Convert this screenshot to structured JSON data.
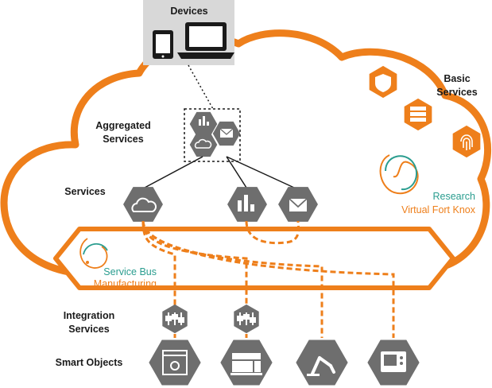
{
  "labels": {
    "devices": "Devices",
    "basic_services_1": "Basic",
    "basic_services_2": "Services",
    "aggregated_1": "Aggregated",
    "aggregated_2": "Services",
    "services": "Services",
    "integration_1": "Integration",
    "integration_2": "Services",
    "smart_objects": "Smart Objects"
  },
  "brands": {
    "research_line1": "Research",
    "research_line2": "Virtual Fort Knox",
    "bus_line1": "Service Bus",
    "bus_line2": "Manufacturing"
  },
  "colors": {
    "accent_orange": "#ee7f1b",
    "hex_gray": "#6e6e6e",
    "device_panel": "#d8d8d8",
    "brand_green": "#2a9d8f"
  },
  "icons": {
    "basic_services": [
      "shield-icon",
      "server-icon",
      "fingerprint-icon"
    ],
    "aggregated": [
      "bar-chart-icon",
      "mail-icon",
      "cloud-icon"
    ],
    "services": [
      "cloud-icon",
      "bar-chart-icon",
      "mail-icon"
    ],
    "integration": [
      "adapter-icon",
      "adapter-icon"
    ],
    "smart_objects": [
      "3d-printer-icon",
      "machine-icon",
      "robot-arm-icon",
      "control-panel-icon"
    ]
  }
}
